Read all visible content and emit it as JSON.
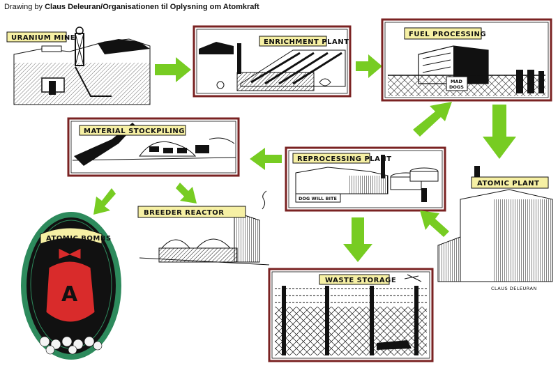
{
  "credit": {
    "prefix": "Drawing by ",
    "name": "Claus Deleuran/Organisationen til Oplysning om Atomkraft"
  },
  "stages": {
    "uranium_mine": "URANIUM MINE",
    "enrichment_plant": "ENRICHMENT PLANT",
    "fuel_processing": "FUEL PROCESSING",
    "material_stockpiling": "MATERIAL STOCKPILING",
    "reprocessing_plant": "REPROCESSING PLANT",
    "atomic_plant": "ATOMIC PLANT",
    "breeder_reactor": "BREEDER REACTOR",
    "waste_storage": "WASTE STORAGE",
    "atomic_bombs": "ATOMIC BOMBS"
  },
  "signs": {
    "mad_dogs_line1": "MAD",
    "mad_dogs_line2": "DOGS",
    "dog_will_bite": "DOG WILL BITE"
  },
  "bomb_letter": "A",
  "signature": "CLAUS DELEURAN",
  "colors": {
    "arrow": "#77cc22",
    "scroll": "#f6f0a4",
    "frame": "#7a2222",
    "bomb_red": "#d92b2b",
    "bomb_border": "#2d8a5c"
  }
}
